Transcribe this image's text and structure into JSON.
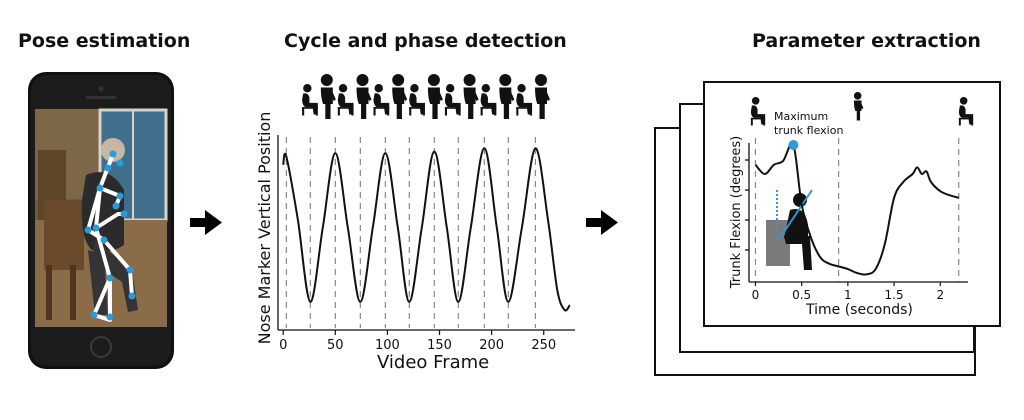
{
  "panels": [
    {
      "title": "Pose estimation"
    },
    {
      "title": "Cycle and phase detection"
    },
    {
      "title": "Parameter extraction"
    }
  ],
  "colors": {
    "keypoint": "#2a9ad8",
    "skeleton": "#ffffff",
    "curve": "#111111",
    "marker": "#2a9ad8",
    "dashed": "#888888"
  },
  "icons": [
    "phone-icon",
    "arrow-right-icon",
    "sitting-person-icon",
    "standing-person-icon"
  ],
  "cycle_chart": {
    "xlabel": "Video Frame",
    "ylabel": "Nose Marker Vertical Position",
    "x_ticks": [
      "0",
      "50",
      "100",
      "150",
      "200",
      "250"
    ],
    "x_values": [
      0,
      50,
      100,
      150,
      200,
      250
    ],
    "xlim": [
      -5,
      280
    ],
    "phase_sequence": [
      "sit",
      "stand",
      "sit",
      "stand",
      "sit",
      "stand",
      "sit",
      "stand",
      "sit",
      "stand",
      "sit",
      "stand",
      "sit",
      "stand"
    ],
    "dashed_frames": [
      3,
      26,
      50,
      74,
      98,
      121,
      145,
      168,
      193,
      216,
      242
    ]
  },
  "param_chart": {
    "xlabel": "Time (seconds)",
    "ylabel": "Trunk Flexion (degrees)",
    "annotation": "Maximum trunk flexion",
    "x_ticks": [
      "0",
      "0.5",
      "1",
      "1.5",
      "2"
    ],
    "x_values": [
      0,
      0.5,
      1,
      1.5,
      2
    ],
    "xlim": [
      -0.07,
      2.3
    ],
    "max_time": 0.41,
    "dashed_times": [
      0,
      0.9,
      2.2
    ]
  },
  "chart_data": [
    {
      "type": "line",
      "title": "Cycle and phase detection",
      "xlabel": "Video Frame",
      "ylabel": "Nose Marker Vertical Position",
      "xlim": [
        -5,
        280
      ],
      "series": [
        {
          "x": [
            0,
            3,
            14,
            26,
            38,
            50,
            62,
            74,
            86,
            98,
            110,
            121,
            133,
            145,
            157,
            168,
            180,
            193,
            205,
            216,
            229,
            242,
            254,
            263,
            270,
            275
          ],
          "y": [
            0.88,
            0.93,
            0.55,
            0.05,
            0.5,
            0.95,
            0.5,
            0.05,
            0.5,
            0.95,
            0.5,
            0.05,
            0.5,
            0.96,
            0.5,
            0.05,
            0.5,
            0.98,
            0.5,
            0.05,
            0.5,
            0.98,
            0.55,
            0.12,
            0.0,
            0.03
          ]
        }
      ]
    },
    {
      "type": "line",
      "title": "Parameter extraction",
      "xlabel": "Time (seconds)",
      "ylabel": "Trunk Flexion (degrees)",
      "xlim": [
        -0.07,
        2.3
      ],
      "series": [
        {
          "x": [
            0,
            0.1,
            0.2,
            0.3,
            0.41,
            0.5,
            0.6,
            0.7,
            0.8,
            0.9,
            1.0,
            1.1,
            1.2,
            1.3,
            1.4,
            1.5,
            1.6,
            1.7,
            1.75,
            1.8,
            1.85,
            1.9,
            2.0,
            2.1,
            2.2
          ],
          "y": [
            0.85,
            0.78,
            0.85,
            0.88,
            1.0,
            0.55,
            0.3,
            0.15,
            0.1,
            0.08,
            0.06,
            0.03,
            0.02,
            0.06,
            0.25,
            0.6,
            0.72,
            0.78,
            0.83,
            0.78,
            0.8,
            0.72,
            0.65,
            0.62,
            0.6
          ]
        }
      ]
    }
  ]
}
